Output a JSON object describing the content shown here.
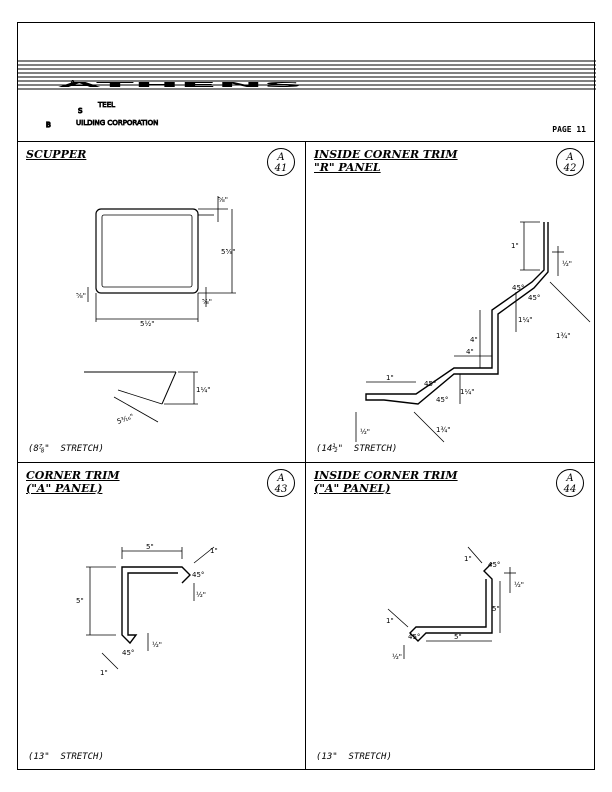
{
  "header": {
    "logo_word": "ATHENS",
    "logo_steel": "TEEL",
    "logo_building": "UILDING CORPORATION",
    "logo_initial_a": "A",
    "logo_initial_b": "B",
    "logo_initial_s": "S",
    "page_number": "PAGE 11"
  },
  "panels": [
    {
      "title_lines": [
        "SCUPPER"
      ],
      "badge_letter": "A",
      "badge_number": "41",
      "stretch": "(8⅞\"  STRETCH)",
      "dims": {
        "top_flange": "⅝\"",
        "height": "5⅝\"",
        "left_flange": "⅝\"",
        "bottom_flange": "⅝\"",
        "width": "5½\"",
        "side_height": "1¼\"",
        "side_length": "5³⁄₁₆\""
      }
    },
    {
      "title_lines": [
        "INSIDE CORNER TRIM",
        "\"R\" PANEL"
      ],
      "badge_letter": "A",
      "badge_number": "42",
      "stretch": "(14½\"  STRETCH)",
      "dims": {
        "top": "1\"",
        "top_hem": "½\"",
        "angle_a": "45°",
        "angle_b": "45°",
        "mid_vert": "4\"",
        "step_a": "1¼\"",
        "slope": "1¾\"",
        "horiz": "4\"",
        "angle_c": "45°",
        "angle_d": "45°",
        "left": "1\"",
        "low_vert": "1¼\"",
        "low_slope": "1¾\"",
        "hem": "½\""
      }
    },
    {
      "title_lines": [
        "CORNER TRIM",
        "(\"A\" PANEL)"
      ],
      "badge_letter": "A",
      "badge_number": "43",
      "stretch": "(13\"  STRETCH)",
      "dims": {
        "top": "5\"",
        "side": "5\"",
        "top_lip": "1\"",
        "top_angle": "45°",
        "top_hem": "½\"",
        "bot_hem": "½\"",
        "bot_angle": "45°",
        "bot_lip": "1\""
      }
    },
    {
      "title_lines": [
        "INSIDE CORNER TRIM",
        "(\"A\" PANEL)"
      ],
      "badge_letter": "A",
      "badge_number": "44",
      "stretch": "(13\"  STRETCH)",
      "dims": {
        "top_lip": "1\"",
        "top_angle": "45°",
        "top_hem": "½\"",
        "side": "5\"",
        "bottom": "5\"",
        "left_lip": "1\"",
        "left_angle": "45°",
        "left_hem": "½\""
      }
    }
  ]
}
